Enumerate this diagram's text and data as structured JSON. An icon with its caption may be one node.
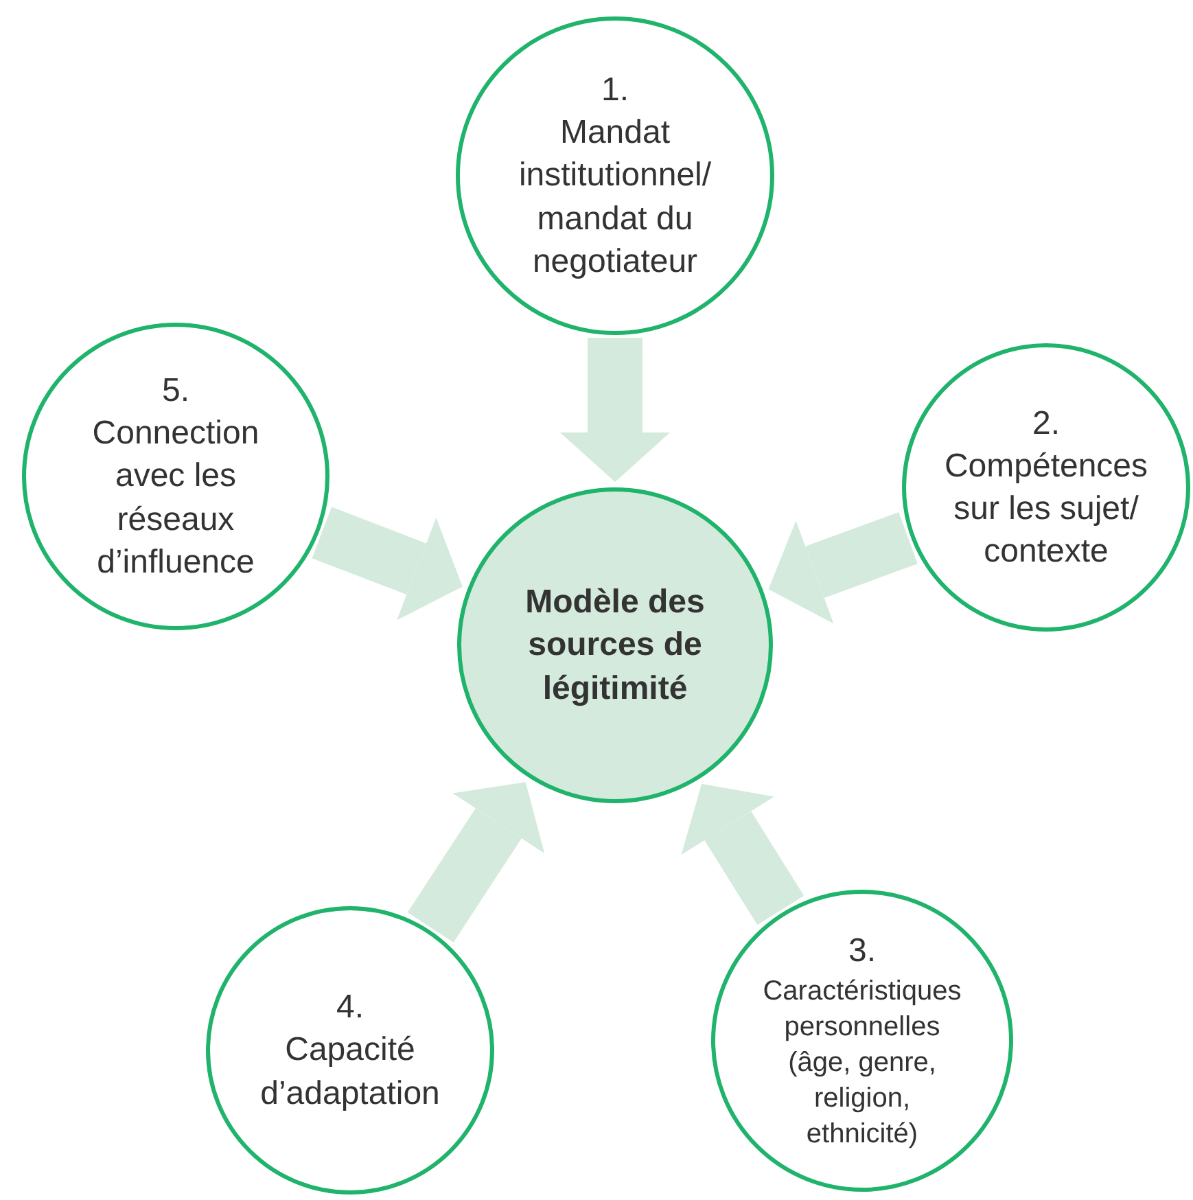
{
  "diagram": {
    "nodes": [
      {
        "text": [
          "1.",
          "Mandat institutionnel/ mandat du negotiateur"
        ]
      },
      {
        "text": [
          "5.",
          "Connection avec les réseaux d’influence"
        ]
      },
      {
        "text": [
          "2.",
          "Compétences sur les sujet/ contexte"
        ]
      },
      {
        "text": [
          "Modèle des sources de légitimité"
        ]
      },
      {
        "text": [
          "4.",
          "Capacité d’adaptation"
        ]
      },
      {
        "text": [
          "3.",
          "Caractéristiques personnelles (âge, genre, religion, ethnicité)"
        ]
      }
    ],
    "edges": [
      {
        "from": 0,
        "to": 3,
        "arrow": "to"
      },
      {
        "from": 1,
        "to": 3,
        "arrow": "to"
      },
      {
        "from": 2,
        "to": 3,
        "arrow": "to"
      },
      {
        "from": 4,
        "to": 3,
        "arrow": "to"
      },
      {
        "from": 5,
        "to": 3,
        "arrow": "to"
      }
    ]
  }
}
